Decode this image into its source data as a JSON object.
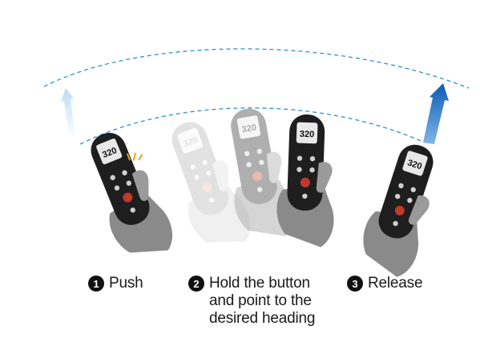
{
  "steps": [
    {
      "number": "1",
      "label": "Push"
    },
    {
      "number": "2",
      "label": "Hold the button\nand point to the\ndesired heading"
    },
    {
      "number": "3",
      "label": "Release"
    }
  ],
  "remote": {
    "display_value": "320"
  },
  "colors": {
    "arc": "#2d8fd6",
    "arrow_left": "#cfe6f7",
    "arrow_right": "#1565c0",
    "hand": "#8a8a8a",
    "remote_body": "#1e1e1e"
  }
}
